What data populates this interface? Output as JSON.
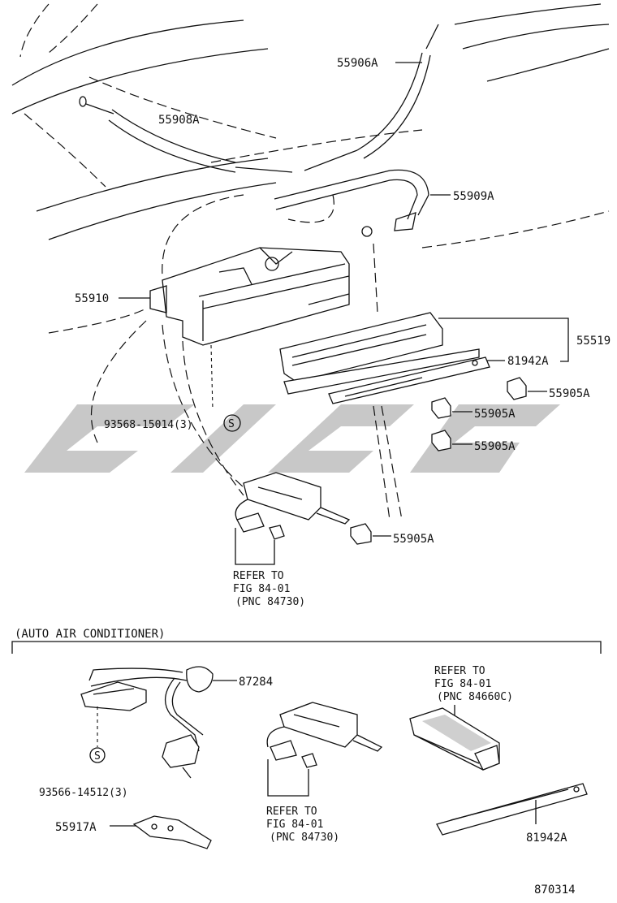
{
  "labels": {
    "p55906A": "55906A",
    "p55908A": "55908A",
    "p55909A": "55909A",
    "p55910": "55910",
    "p55519": "55519",
    "p81942A_top": "81942A",
    "p55905A_1": "55905A",
    "p55905A_2": "55905A",
    "p55905A_3": "55905A",
    "p55905A_4": "55905A",
    "p93568": "93568-15014(3)",
    "s_mark_1": "S",
    "refer1_l1": "REFER TO",
    "refer1_l2": "FIG 84-01",
    "refer1_l3": "(PNC 84730)",
    "section_title": "(AUTO AIR CONDITIONER)",
    "p87284": "87284",
    "s_mark_2": "S",
    "p93566": "93566-14512(3)",
    "p55917A": "55917A",
    "refer2_l1": "REFER TO",
    "refer2_l2": "FIG 84-01",
    "refer2_l3": "(PNC 84730)",
    "refer3_l1": "REFER TO",
    "refer3_l2": "FIG 84-01",
    "refer3_l3": "(PNC 84660C)",
    "p81942A_bottom": "81942A",
    "fig_number": "870314"
  }
}
